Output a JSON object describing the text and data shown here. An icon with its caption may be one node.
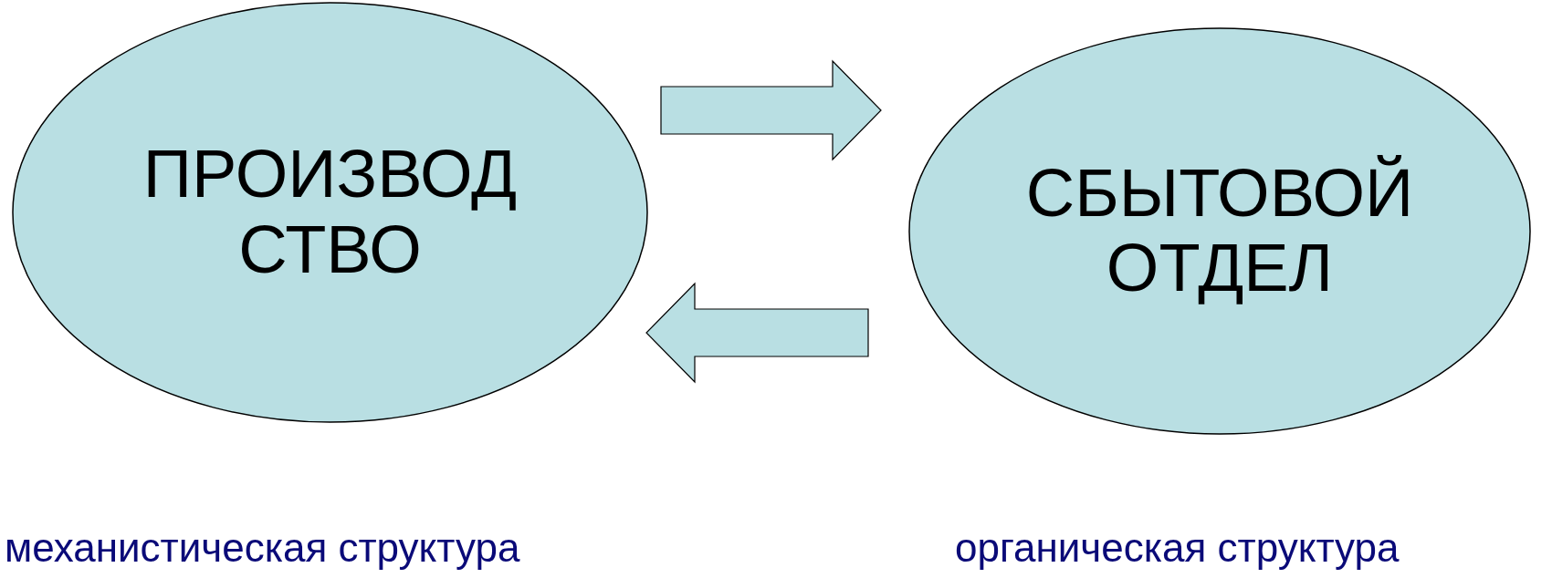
{
  "diagram": {
    "nodes": [
      {
        "text": [
          "ПРОИЗВОД СТВО"
        ]
      },
      {
        "text": [
          "СБЫТОВОЙ ОТДЕЛ"
        ]
      }
    ],
    "edges": [
      {
        "from": 0,
        "to": 1,
        "arrow": "to"
      },
      {
        "from": 1,
        "to": 0,
        "arrow": "to"
      }
    ],
    "labels": [
      "механистическая структура",
      "органическая структура"
    ]
  }
}
